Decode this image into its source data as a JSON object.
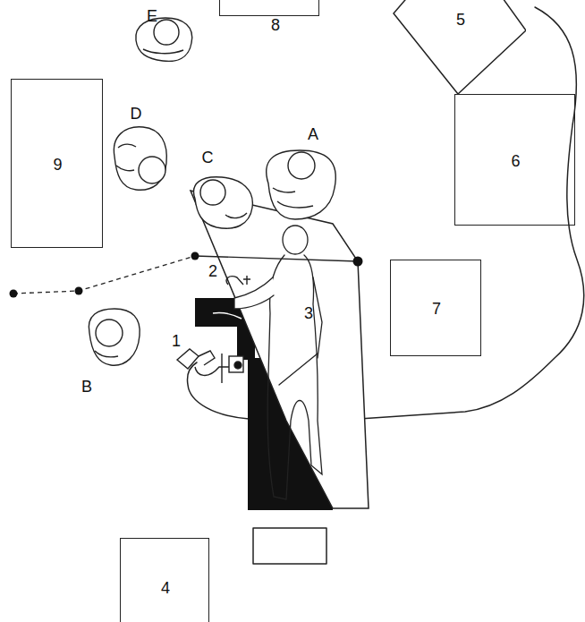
{
  "diagram": {
    "nodes": [
      {
        "text": [
          "8"
        ]
      },
      {
        "text": [
          "5"
        ]
      },
      {
        "text": [
          "9"
        ]
      },
      {
        "text": [
          "6"
        ]
      },
      {
        "text": [
          "7"
        ]
      },
      {
        "text": [
          "4"
        ]
      }
    ],
    "edges": [],
    "labels": [
      "E",
      "D",
      "C",
      "A",
      "2",
      "3",
      "1",
      "B"
    ]
  }
}
